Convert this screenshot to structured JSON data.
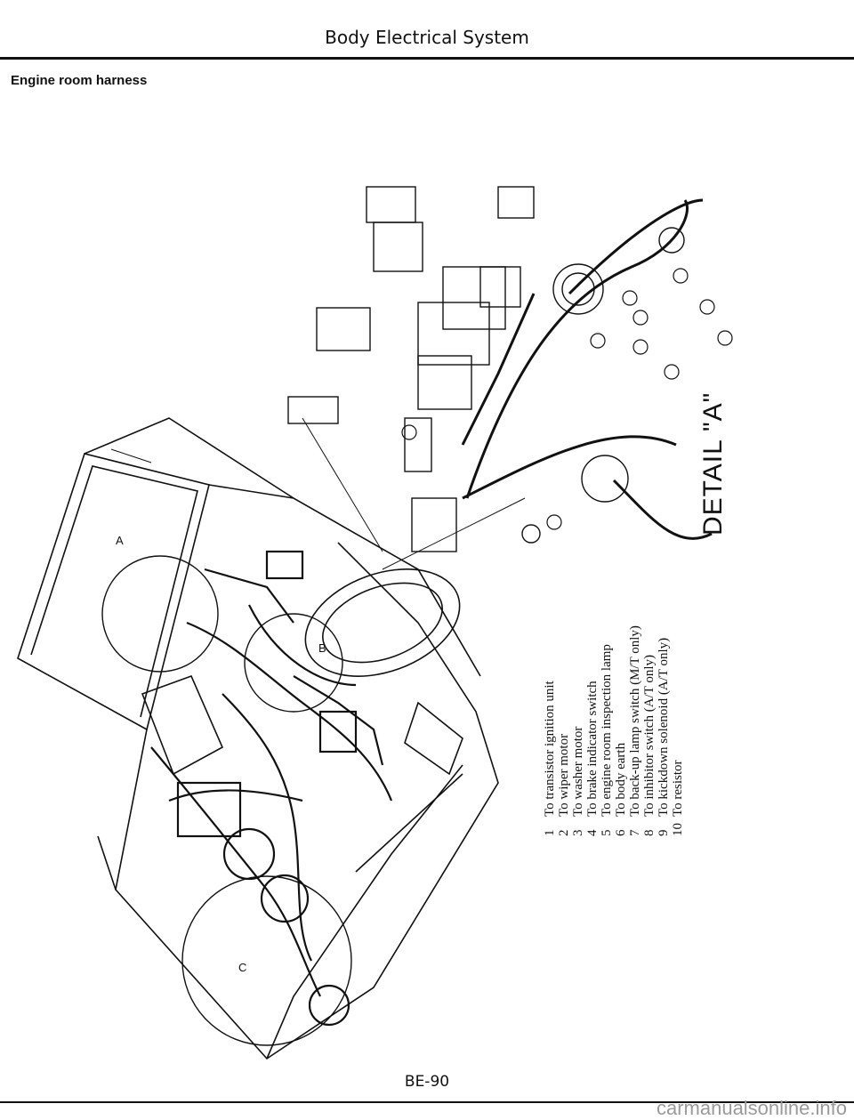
{
  "header": {
    "title": "Body Electrical System",
    "section": "Engine room harness"
  },
  "detail": {
    "label": "DETAIL \"A\""
  },
  "legend": [
    {
      "num": "1",
      "text": "To transistor ignition unit"
    },
    {
      "num": "2",
      "text": "To wiper motor"
    },
    {
      "num": "3",
      "text": "To washer motor"
    },
    {
      "num": "4",
      "text": "To brake indicator switch"
    },
    {
      "num": "5",
      "text": "To engine room inspection lamp"
    },
    {
      "num": "6",
      "text": "To body earth"
    },
    {
      "num": "7",
      "text": "To back-up lamp switch (M/T only)"
    },
    {
      "num": "8",
      "text": "To inhibitor switch (A/T only)"
    },
    {
      "num": "9",
      "text": "To kickdown solenoid (A/T only)"
    },
    {
      "num": "10",
      "text": "To resistor"
    }
  ],
  "callouts": {
    "a": "A",
    "b": "B",
    "c": "C"
  },
  "footer": {
    "page": "BE-90",
    "watermark": "carmanualsonline.info"
  }
}
